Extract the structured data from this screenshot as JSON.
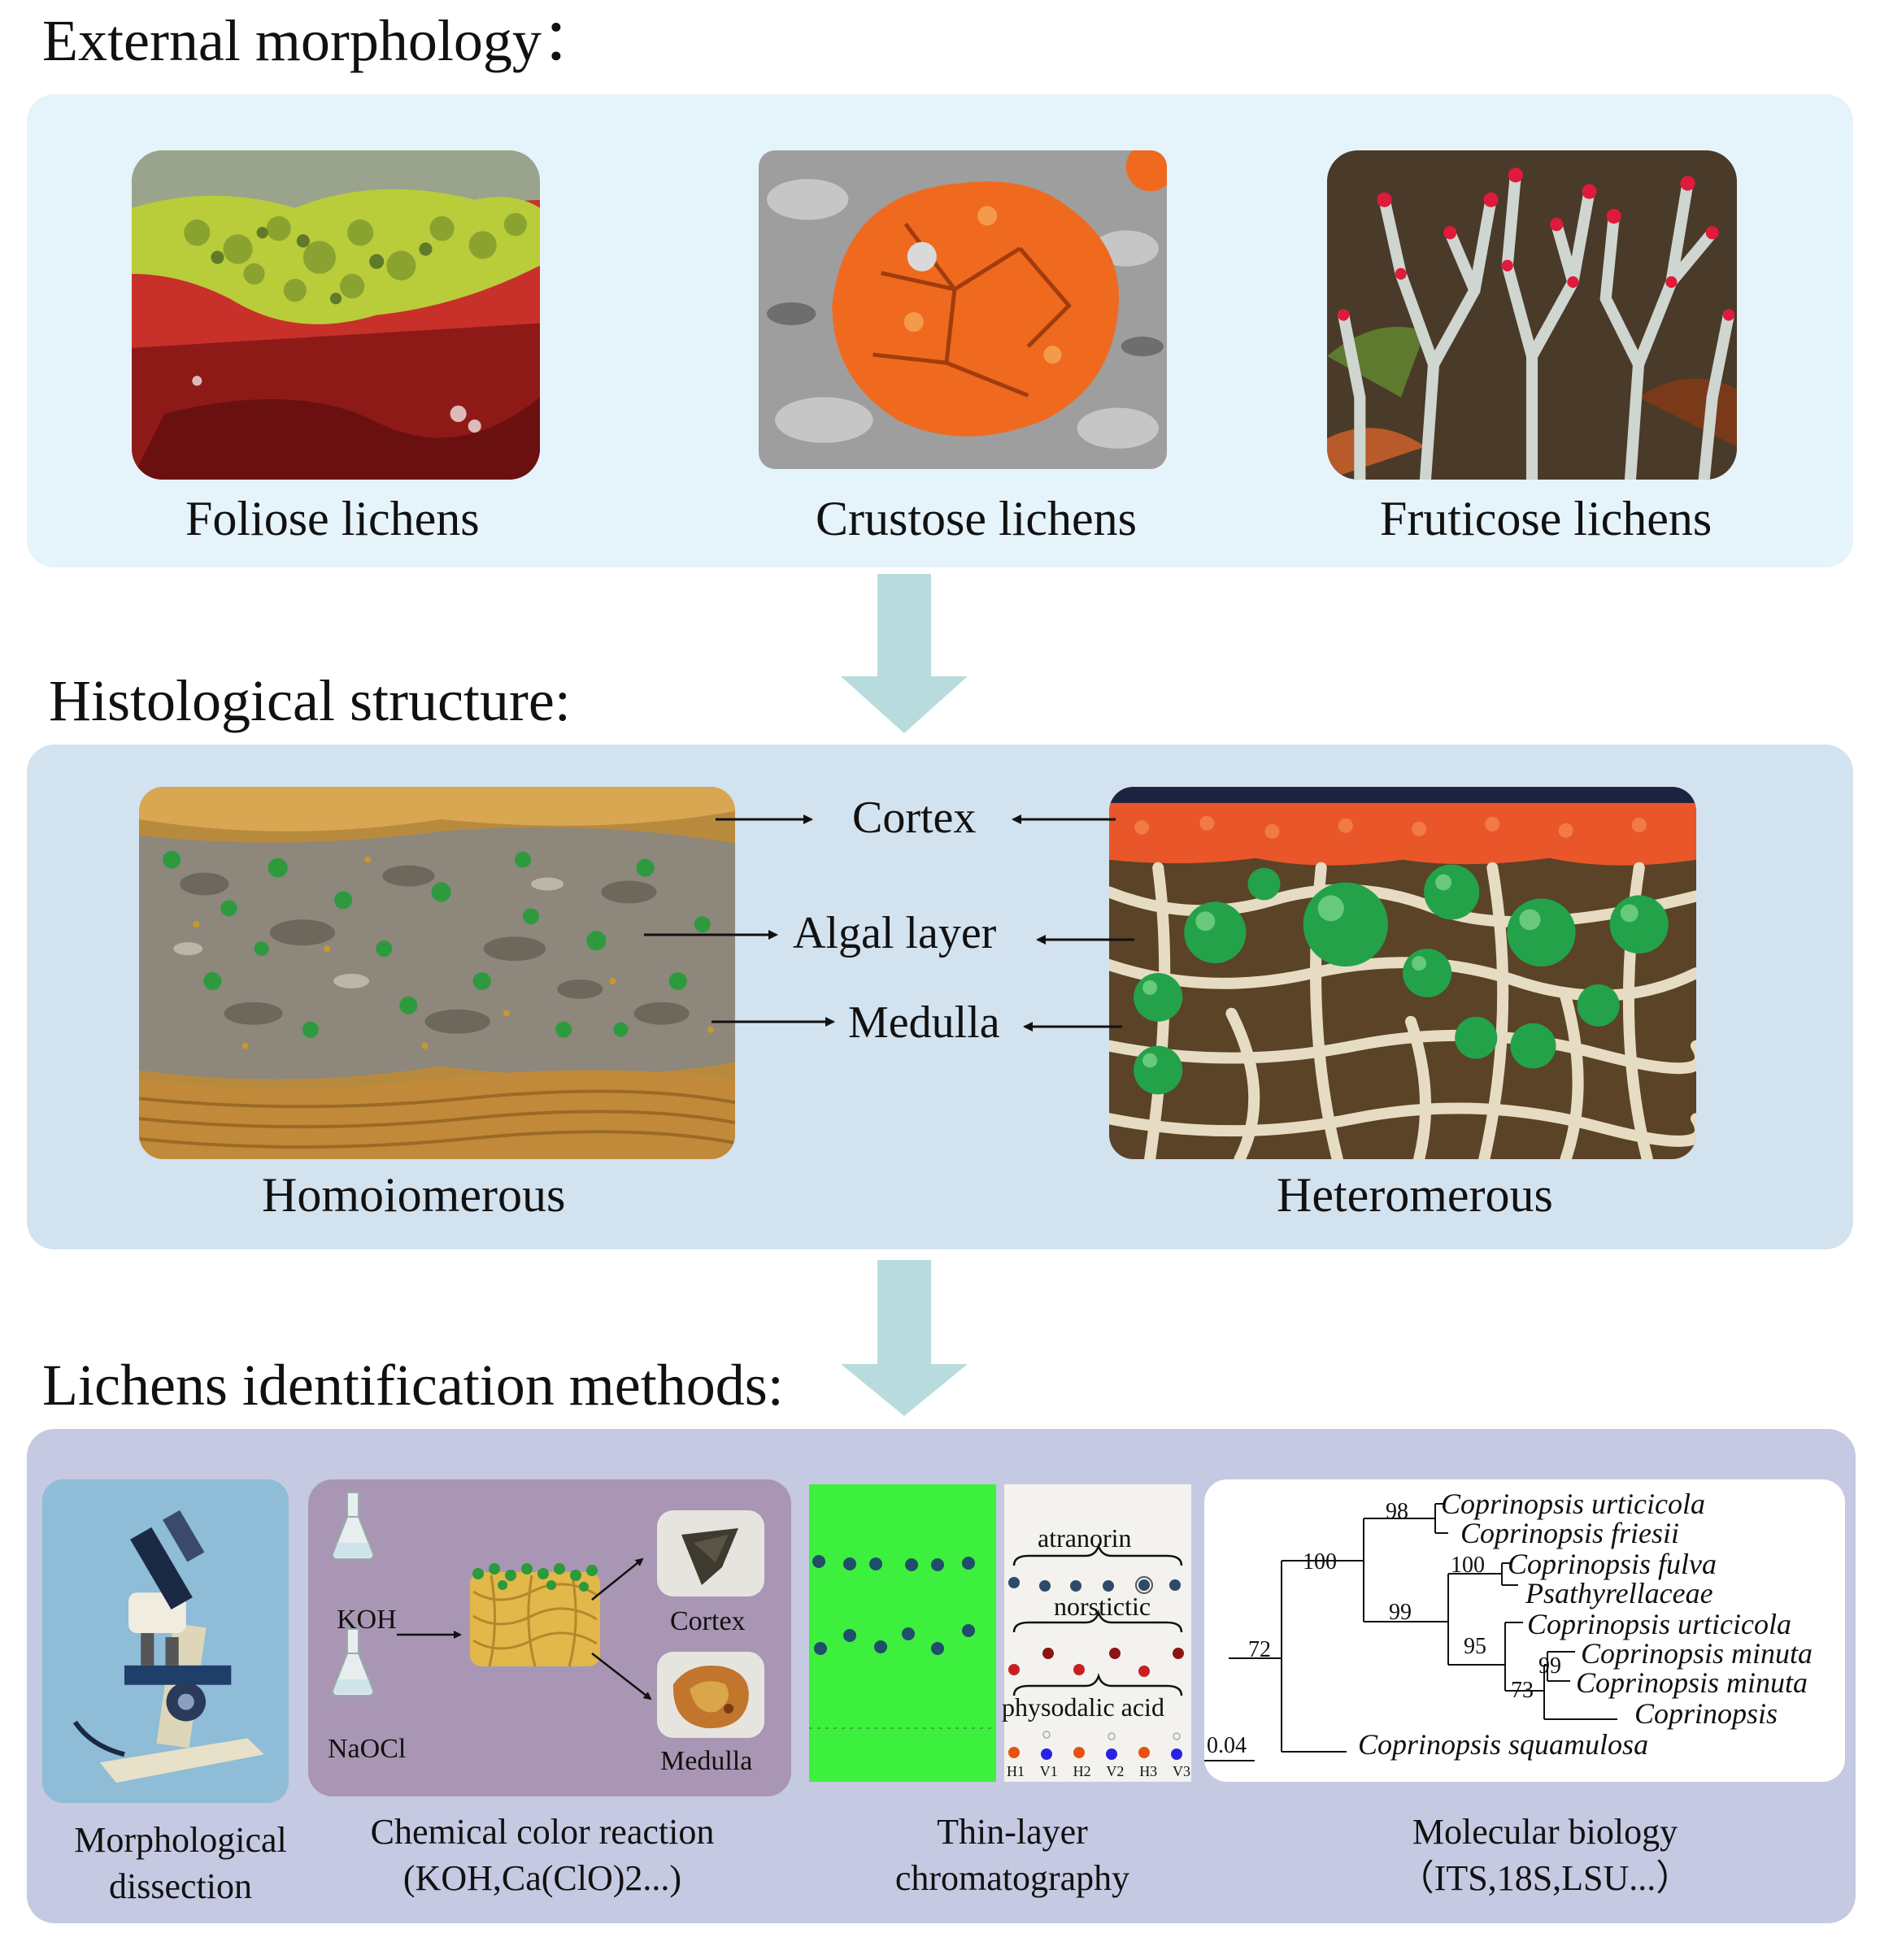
{
  "sections": {
    "external": {
      "title": "External  morphology："
    },
    "histological": {
      "title": "Histological structure:"
    },
    "methods": {
      "title": "Lichens identification methods:"
    }
  },
  "morphology": {
    "foliose": "Foliose lichens",
    "crustose": "Crustose lichens",
    "fruticose": "Fruticose lichens"
  },
  "histology": {
    "homoiomerous": "Homoiomerous",
    "heteromerous": "Heteromerous",
    "layers": {
      "cortex": "Cortex",
      "algal": "Algal layer",
      "medulla": "Medulla"
    }
  },
  "methods": {
    "morphological": {
      "line1": "Morphological",
      "line2": "dissection"
    },
    "chemical": {
      "line1": "Chemical color reaction",
      "line2": "(KOH,Ca(ClO)2...)",
      "reagent1": "KOH",
      "reagent2": "NaOCl",
      "out_cortex": "Cortex",
      "out_medulla": "Medulla"
    },
    "tlc": {
      "line1": "Thin-layer",
      "line2": "chromatography",
      "spot1": "atranorin",
      "spot2": "norstictic",
      "spot3": "physodalic acid",
      "lanes": [
        "H1",
        "V1",
        "H2",
        "V2",
        "H3",
        "V3"
      ]
    },
    "molecular": {
      "line1": "Molecular biology",
      "line2": "（ITS,18S,LSU...）",
      "scale": "0.04",
      "taxa": [
        "Coprinopsis urticicola",
        "Coprinopsis friesii",
        "Coprinopsis fulva",
        "Psathyrellaceae",
        "Coprinopsis urticicola",
        "Coprinopsis minuta",
        "Coprinopsis minuta",
        "Coprinopsis",
        "Coprinopsis squamulosa"
      ],
      "bootstrap": [
        "98",
        "100",
        "100",
        "99",
        "95",
        "99",
        "73",
        "72"
      ]
    }
  },
  "colors": {
    "panel1": "#e5f3fb",
    "panel2": "#d3e2ef",
    "panel3": "#c5c9e1",
    "flow_arrow": "#b8dcdd",
    "chem_panel": "#a996b4",
    "micro_panel": "#8fbcd6",
    "tlc_green": "#3ef03e"
  }
}
